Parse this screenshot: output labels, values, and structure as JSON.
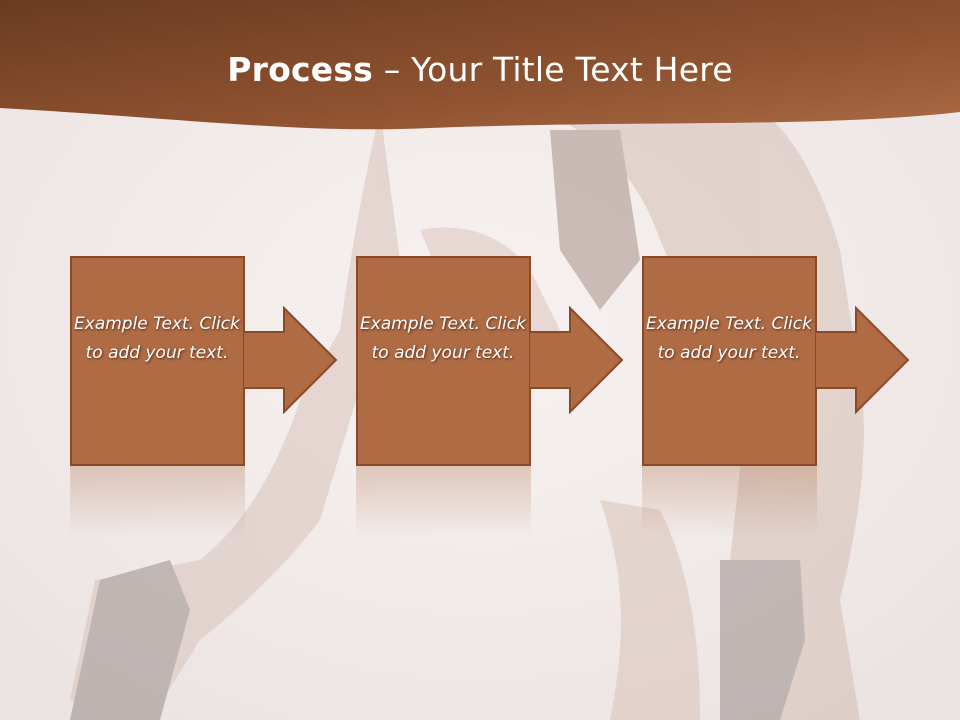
{
  "title": {
    "bold": "Process",
    "rest": " – Your Title Text Here"
  },
  "steps": [
    {
      "text": "Example Text. Click  to add your text."
    },
    {
      "text": "Example Text. Click  to add your text."
    },
    {
      "text": "Example Text. Click  to add your text."
    }
  ],
  "colors": {
    "band_dark": "#6b3b20",
    "band_light": "#a8653f",
    "box_fill": "#ae6b44",
    "box_border": "#8a4a28",
    "title_text": "#ffffff"
  },
  "icons": [
    "arrow-right-icon"
  ]
}
